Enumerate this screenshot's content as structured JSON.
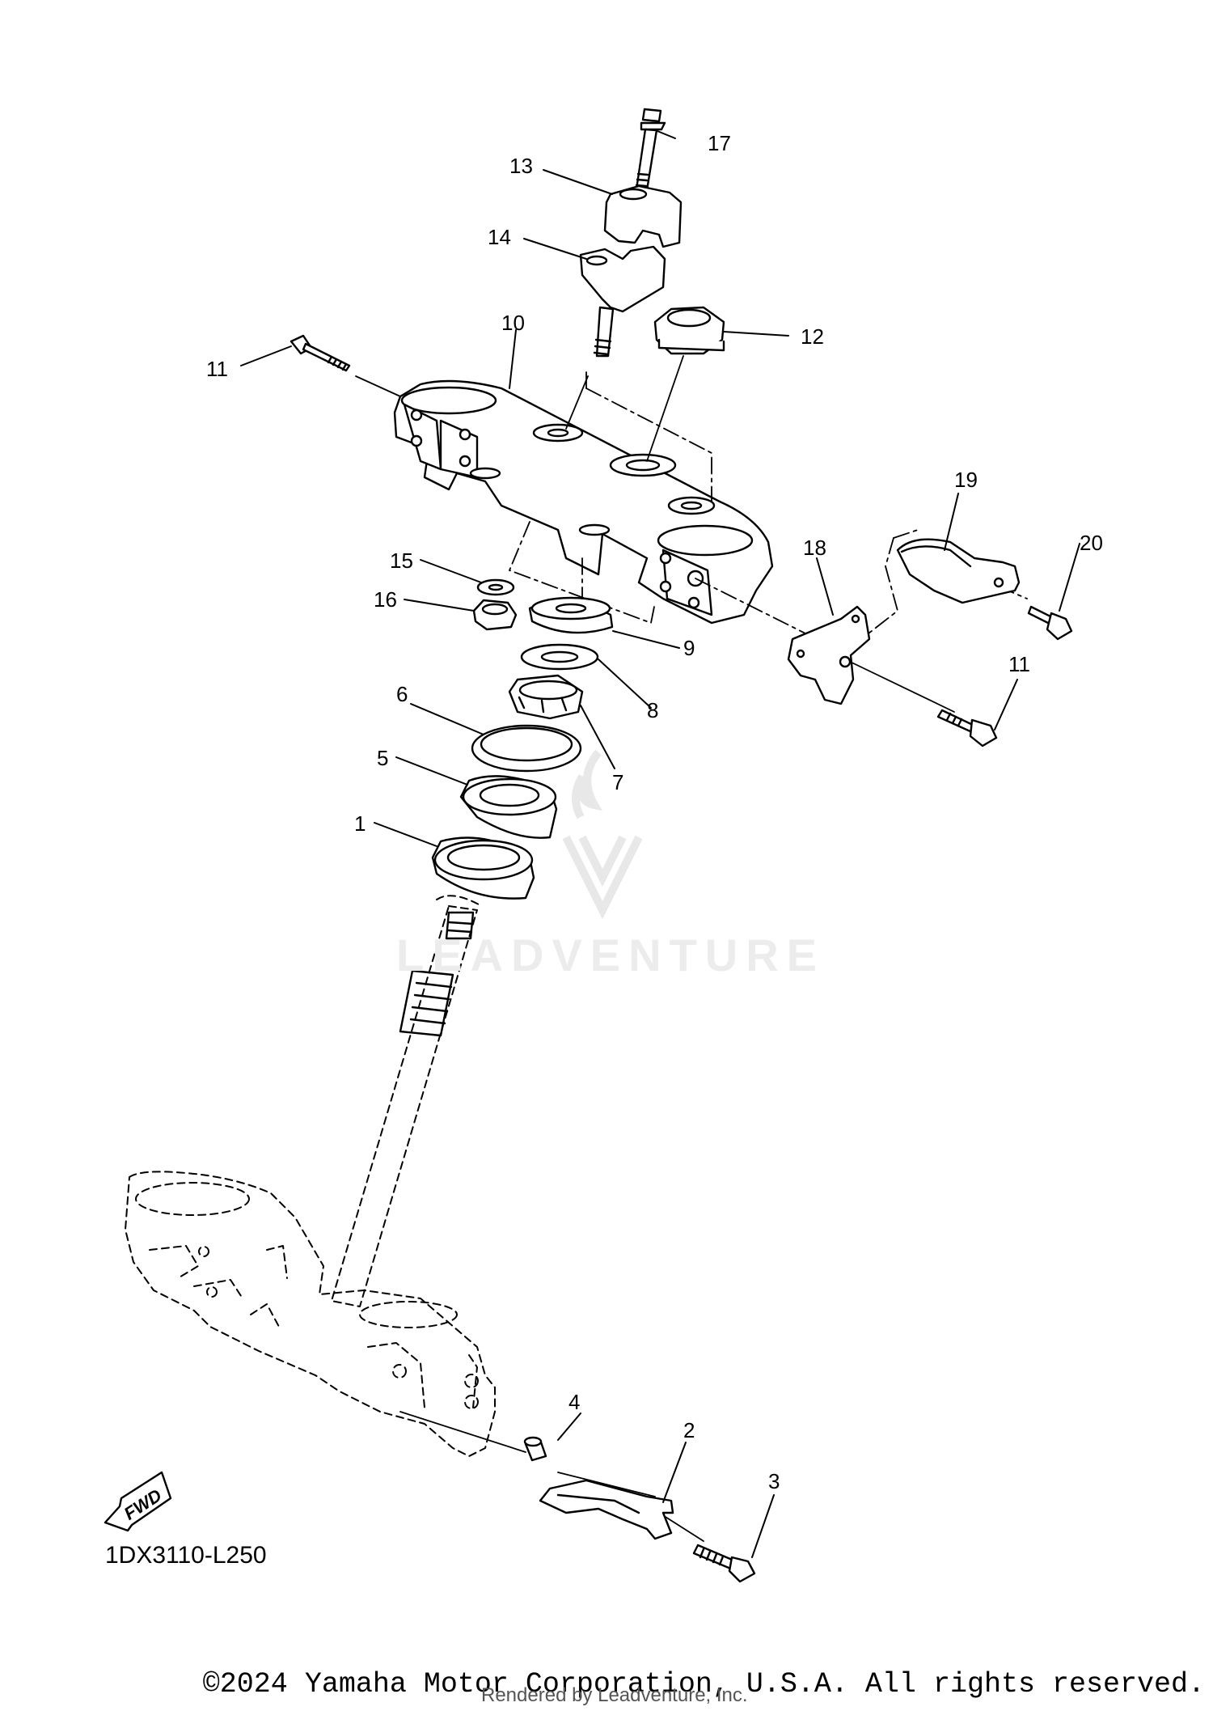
{
  "diagram_code": "1DX3110-L250",
  "fwd_badge": "FWD",
  "copyright": "©2024 Yamaha Motor Corporation, U.S.A. All rights reserved.",
  "rendered_by": "Rendered by Leadventure, Inc.",
  "watermark_text": "LEADVENTURE",
  "callouts": [
    "1",
    "2",
    "3",
    "4",
    "5",
    "6",
    "7",
    "8",
    "9",
    "10",
    "11",
    "11",
    "12",
    "13",
    "14",
    "15",
    "16",
    "17",
    "18",
    "19",
    "20"
  ]
}
